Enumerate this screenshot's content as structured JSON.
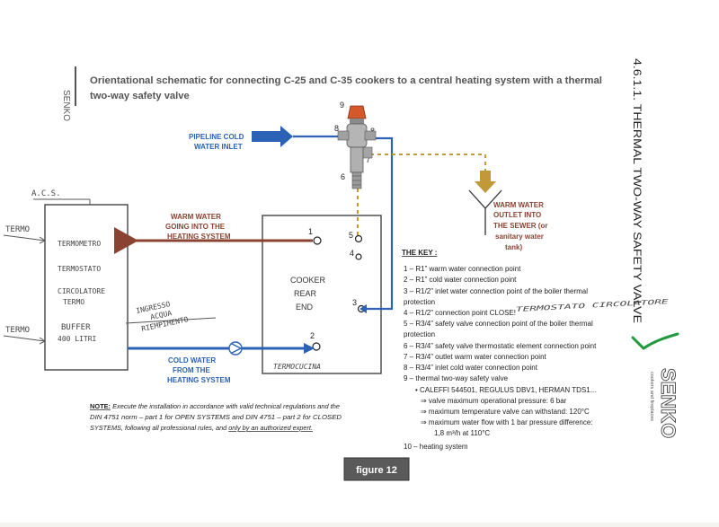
{
  "page": {
    "logo_vertical": "SENKO",
    "title_line1": "Orientational schematic for connecting C-25 and C-35 cookers to a central heating system with a thermal",
    "title_line2": "two-way safety valve",
    "side_title": "4.6.1.1.  THERMAL TWO-WAY SAFETY VALVE",
    "figure_label": "figure 12",
    "brand_logo": "SENKO",
    "brand_tagline": "cookers and fireplaces"
  },
  "labels": {
    "pipeline_cold_1": "PIPELINE COLD",
    "pipeline_cold_2": "WATER INLET",
    "warm_going_1": "WARM WATER",
    "warm_going_2": "GOING INTO THE",
    "warm_going_3": "HEATING SYSTEM",
    "cold_from_1": "COLD WATER",
    "cold_from_2": "FROM THE",
    "cold_from_3": "HEATING SYSTEM",
    "outlet_1": "WARM WATER",
    "outlet_2": "OUTLET INTO",
    "outlet_3": "THE SEWER (or",
    "outlet_4": "sanitary water",
    "outlet_5": "tank)",
    "cooker_1": "COOKER",
    "cooker_2": "REAR",
    "cooker_3": "END"
  },
  "handwritten": {
    "acs": "A.C.S.",
    "termo_top": "TERMO",
    "termo_bottom": "TERMO",
    "termometro": "TERMOMETRO",
    "termostato": "TERMOSTATO",
    "circolatore": "CIRCOLATORE",
    "termo_in_tank": "TERMO",
    "buffer_1": "BUFFER",
    "buffer_2": "400 LITRI",
    "ingresso_1": "INGRESSO",
    "ingresso_2": "ACQUA",
    "ingresso_3": "RIEMPIMENTO",
    "termocucina": "TERMOCUCINA",
    "key_note": "TERMOSTATO CIRCOLATORE"
  },
  "points": {
    "p1": "1",
    "p2": "2",
    "p3": "3",
    "p4": "4",
    "p5": "5",
    "p6": "6",
    "p7": "7",
    "p8a": "8",
    "p8b": "8",
    "p9": "9"
  },
  "key": {
    "heading": "THE KEY :",
    "items": [
      "1 – R1” warm water connection point",
      "2 – R1” cold water connection point",
      "3 – R1/2” inlet water connection point of the boiler thermal",
      "protection",
      "4 – R1/2” connection point CLOSE!",
      "5 – R3/4” safety valve connection point of the boiler thermal",
      "protection",
      "6 – R3/4” safety valve thermostatic element connection point",
      "7 – R3/4” outlet warm water connection point",
      "8 – R3/4” inlet cold water connection point",
      "9 – thermal two-way safety valve",
      "•  CALEFFI 544501, REGULUS DBV1, HERMAN TDS1...",
      "⇒ valve maximum operational pressure: 6 bar",
      "⇒ maximum temperature valve can withstand: 120°C",
      "⇒ maximum water flow with 1 bar pressure difference:",
      "1,8 m³/h at 110°C",
      "10 – heating system"
    ]
  },
  "note": {
    "lead": "NOTE:",
    "line1": " Execute the installation in accordance with valid technical regulations and the",
    "line2": "DIN 4751 norm – part 1 for OPEN SYSTEMS and DIN 4751 – part 2 for CLOSED",
    "line3a": "SYSTEMS, following all professional rules, and ",
    "line3b": "only by an authorized expert."
  },
  "colors": {
    "blue": "#2b62b5",
    "brown": "#8a4332",
    "gold": "#c39838",
    "valve_red": "#d4592a",
    "title_grey": "#555555",
    "check_green": "#1f9a3c"
  }
}
